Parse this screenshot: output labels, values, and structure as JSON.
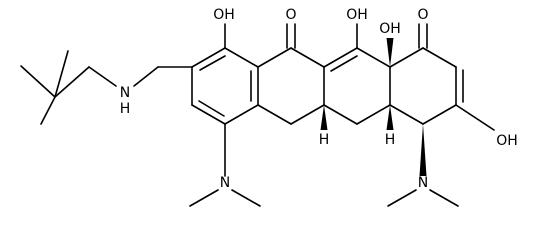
{
  "molecule": {
    "atom_labels": {
      "oh_c1": "OH",
      "o_c9": "O",
      "oh_c11": "OH",
      "oh_c11a": "OH",
      "o_c12": "O",
      "oh_c14": "OH",
      "nh": "N",
      "h_on_nh": "H",
      "n_ring_a": "N",
      "n_ring_d": "N",
      "h_c5a": "H",
      "h_c13a": "H"
    }
  },
  "colors": {
    "ink": "#000000",
    "background": "#ffffff"
  }
}
